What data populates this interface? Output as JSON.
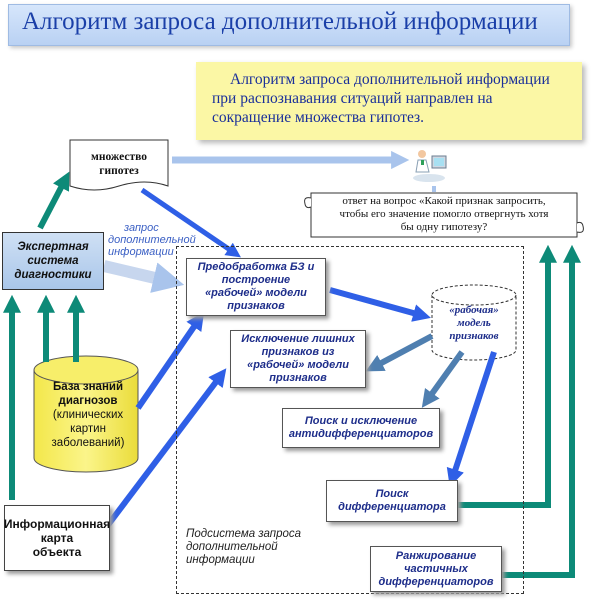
{
  "title": "Алгоритм запроса дополнительной информации",
  "note": {
    "lines": [
      "Алгоритм запроса дополнительной информации",
      "при распознавания ситуаций направлен на",
      "сокращение множества гипотез."
    ]
  },
  "hypotheses": {
    "line1": "множество",
    "line2": "гипотез"
  },
  "question": {
    "line1": "ответ на вопрос «Какой признак запросить,",
    "line2": "чтобы его значение помогло отвергнуть хотя",
    "line3": "бы одну гипотезу?"
  },
  "expert": {
    "line1": "Экспертная",
    "line2": "система",
    "line3": "диагностики"
  },
  "request": {
    "line1": "запрос",
    "line2": "дополнительной",
    "line3": "информации"
  },
  "preprocess": {
    "line1": "Предобработка БЗ и",
    "line2": "построение",
    "line3": "«рабочей» модели",
    "line4": "признаков"
  },
  "exclude": {
    "line1": "Исключение лишних",
    "line2": "признаков из",
    "line3": "«рабочей» модели",
    "line4": "признаков"
  },
  "working_model": {
    "line1": "«рабочая»",
    "line2": "модель",
    "line3": "признаков"
  },
  "knowledge_base": {
    "line1": "База знаний",
    "line2": "диагнозов",
    "line3": "(клинических",
    "line4": "картин",
    "line5": "заболеваний)"
  },
  "antidiff": {
    "line1": "Поиск и исключение",
    "line2": "антидифференциаторов"
  },
  "diff": {
    "line1": "Поиск",
    "line2": "дифференциатора"
  },
  "ranking": {
    "line1": "Ранжирование",
    "line2": "частичных",
    "line3": "дифференциаторов"
  },
  "infocard": {
    "line1": "Информационная",
    "line2": "карта",
    "line3": "объекта"
  },
  "subsystem": {
    "line1": "Подсистема запроса",
    "line2": "дополнительной",
    "line3": "информации"
  },
  "colors": {
    "teal_arrow": "#0d8a78",
    "blue_arrow": "#2f5fe6",
    "light_arrow": "#a9c4ec",
    "steel_arrow": "#4f7fb0",
    "note_bg": "#fbf7a5",
    "title_text": "#1a3fa8",
    "db_fill": "#f8f06a"
  },
  "icons": {
    "person": "doctor-at-computer-icon"
  }
}
